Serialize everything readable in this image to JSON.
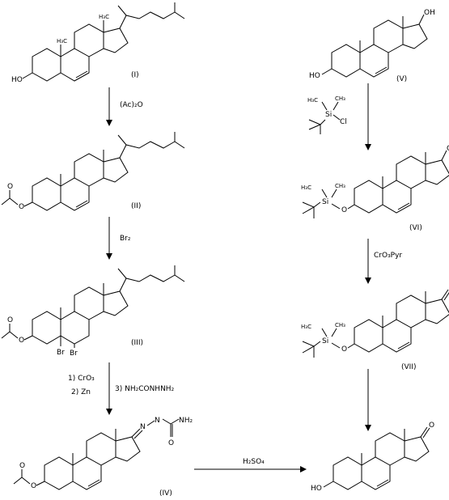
{
  "compounds": [
    {
      "id": "I",
      "label": "(I)"
    },
    {
      "id": "II",
      "label": "(II)"
    },
    {
      "id": "III",
      "label": "(III)"
    },
    {
      "id": "IV",
      "label": "(IV)"
    },
    {
      "id": "V",
      "label": "(V)"
    },
    {
      "id": "VI",
      "label": "(VI)"
    },
    {
      "id": "VII",
      "label": "(VII)"
    }
  ],
  "reagents": {
    "step1": "(Ac)₂O",
    "step2": "Br₂",
    "step3a": "1) CrO₃",
    "step3b": "2) Zn",
    "step3c": "3) NH₂CONHNH₂",
    "step4": "CrO₃Pyr",
    "step5": "H₂SO₄"
  },
  "atoms": {
    "ho": "HO",
    "oh": "OH",
    "h": "H",
    "o": "O",
    "si": "Si",
    "cl": "Cl",
    "br": "Br",
    "nh": "N",
    "hn": "H",
    "nh2": "NH₂",
    "h3c": "H₃C",
    "ch3": "CH₃"
  }
}
